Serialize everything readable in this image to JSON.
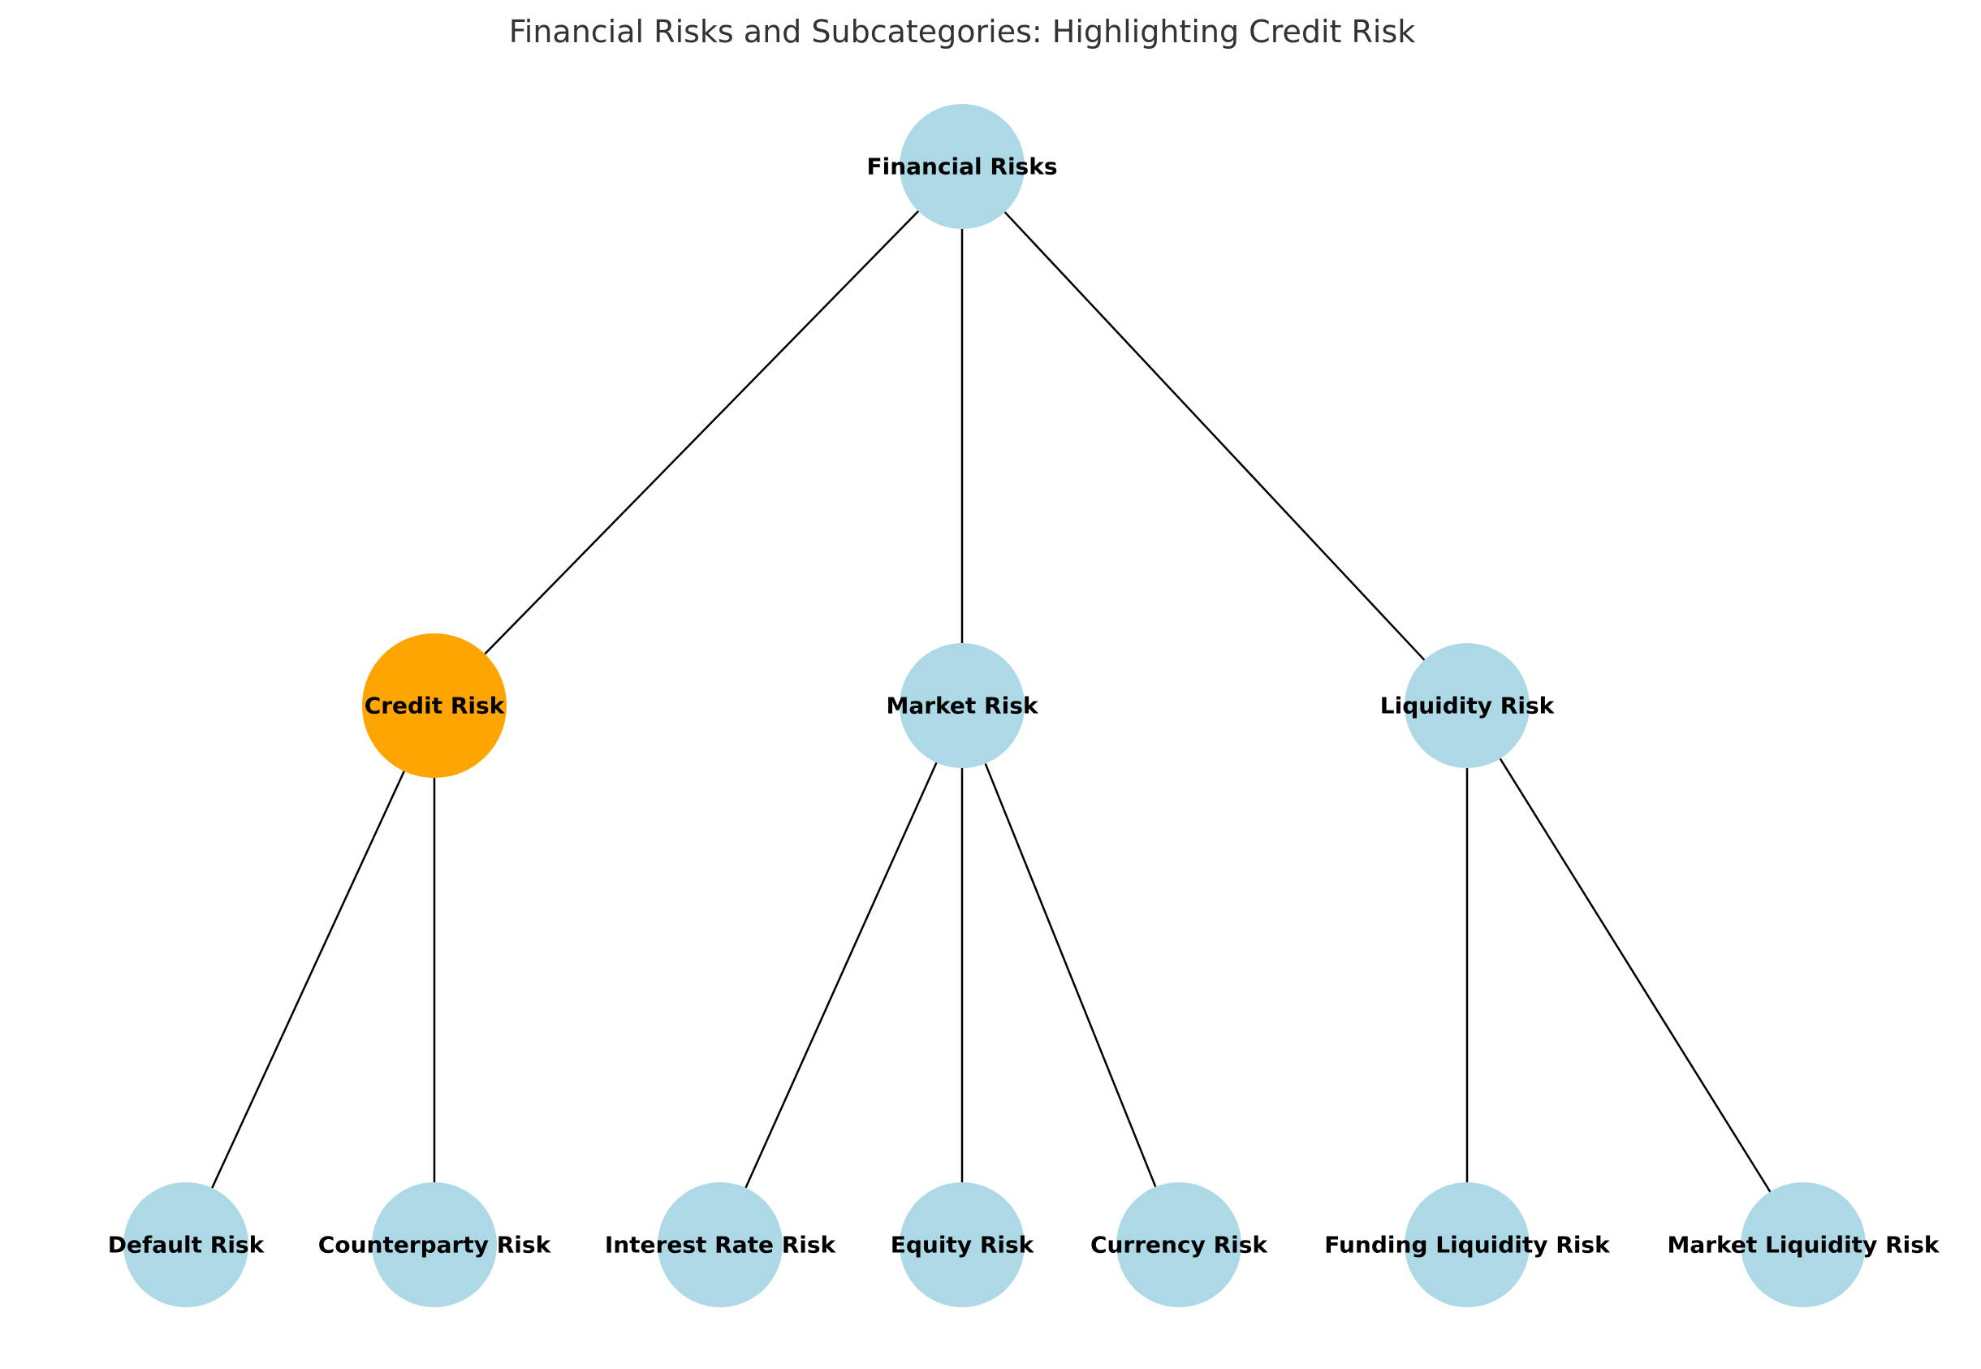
{
  "title": "Financial Risks and Subcategories: Highlighting Credit Risk",
  "colors": {
    "default_node": "#add8e6",
    "highlight_node": "#ffa500",
    "edge": "#000000",
    "title": "#333333"
  },
  "nodes": [
    {
      "id": "financial",
      "label": "Financial Risks",
      "highlight": false
    },
    {
      "id": "credit",
      "label": "Credit Risk",
      "highlight": true
    },
    {
      "id": "market",
      "label": "Market Risk",
      "highlight": false
    },
    {
      "id": "liquidity",
      "label": "Liquidity Risk",
      "highlight": false
    },
    {
      "id": "default",
      "label": "Default Risk",
      "highlight": false
    },
    {
      "id": "counterparty",
      "label": "Counterparty Risk",
      "highlight": false
    },
    {
      "id": "interest",
      "label": "Interest Rate Risk",
      "highlight": false
    },
    {
      "id": "equity",
      "label": "Equity Risk",
      "highlight": false
    },
    {
      "id": "currency",
      "label": "Currency Risk",
      "highlight": false
    },
    {
      "id": "funding",
      "label": "Funding Liquidity Risk",
      "highlight": false
    },
    {
      "id": "mliquidity",
      "label": "Market Liquidity Risk",
      "highlight": false
    }
  ],
  "edges": [
    [
      "financial",
      "credit"
    ],
    [
      "financial",
      "market"
    ],
    [
      "financial",
      "liquidity"
    ],
    [
      "credit",
      "default"
    ],
    [
      "credit",
      "counterparty"
    ],
    [
      "market",
      "interest"
    ],
    [
      "market",
      "equity"
    ],
    [
      "market",
      "currency"
    ],
    [
      "liquidity",
      "funding"
    ],
    [
      "liquidity",
      "mliquidity"
    ]
  ]
}
